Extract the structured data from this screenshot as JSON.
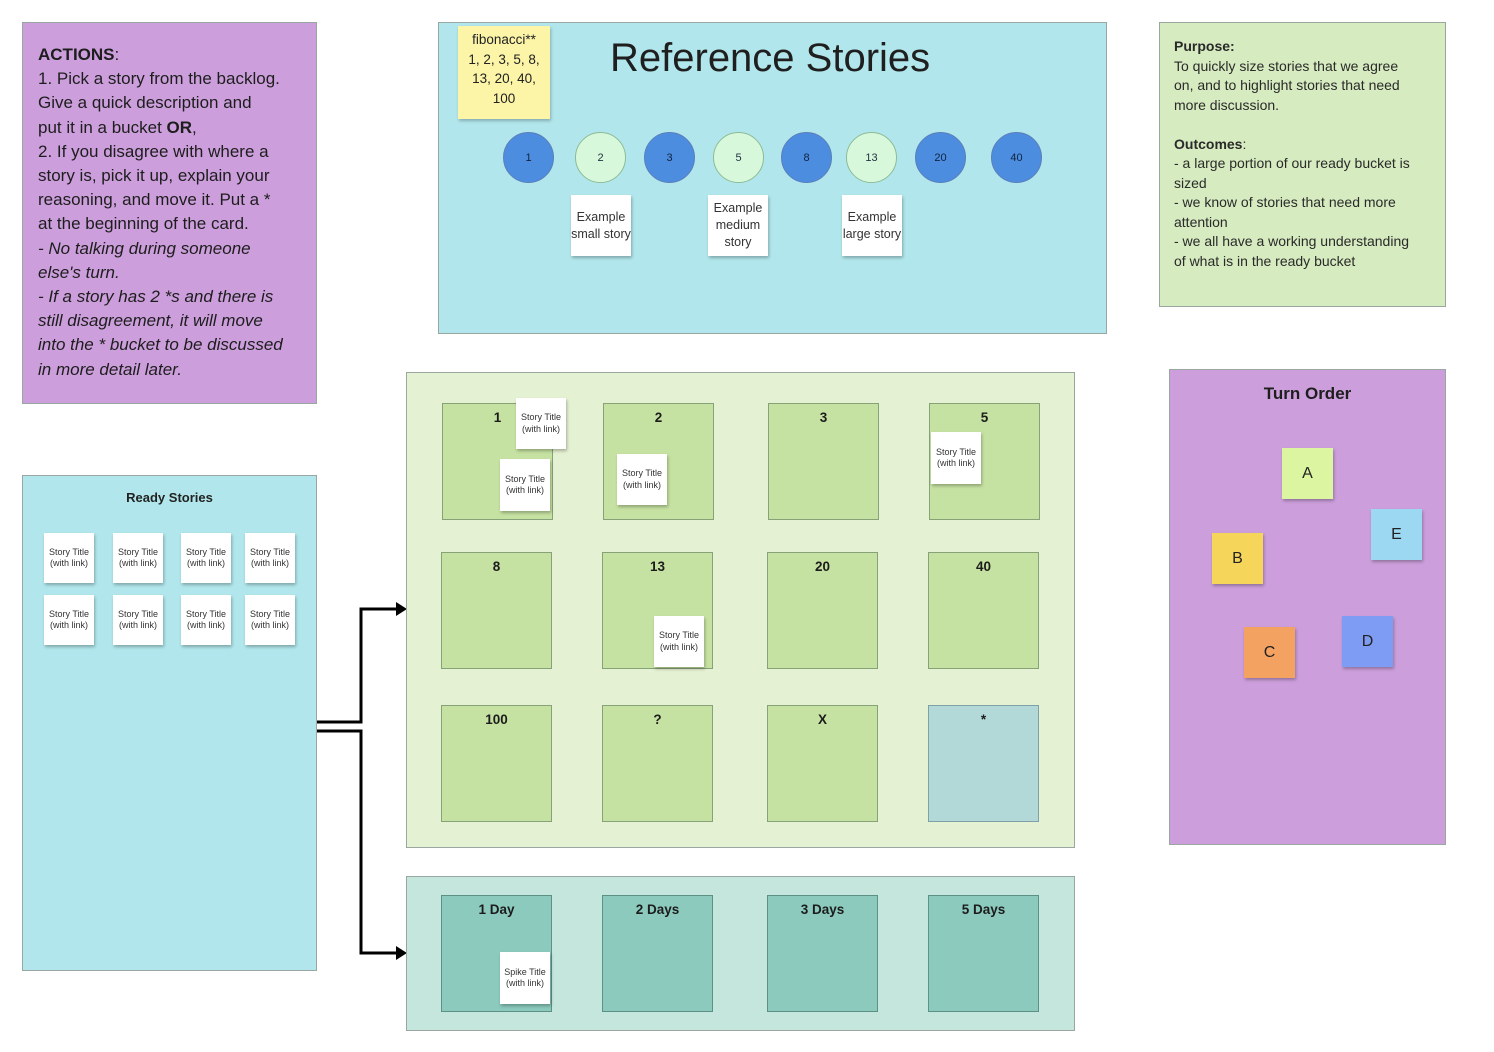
{
  "actions": {
    "heading": "ACTIONS",
    "heading_suffix": ":",
    "line1": "1. Pick a story from the backlog.",
    "line2": "Give a quick description and",
    "line3_pre": "put it in a bucket ",
    "line3_bold": "OR",
    "line3_post": ",",
    "line4": "2. If you disagree with where a",
    "line5": "story is, pick it up, explain your",
    "line6": "reasoning, and move it. Put a *",
    "line7": "at the beginning of the card.",
    "line8": "- No talking during someone",
    "line9": "else's turn.",
    "line10": "- If a story has 2 *s and there is",
    "line11": "still disagreement, it will move",
    "line12": "into the * bucket to be discussed",
    "line13": "in more detail later."
  },
  "reference": {
    "title": "Reference Stories",
    "fib_line1": "fibonacci**",
    "fib_line2": "1, 2, 3, 5, 8,",
    "fib_line3": "13, 20, 40,",
    "fib_line4": "100",
    "points": [
      "1",
      "2",
      "3",
      "5",
      "8",
      "13",
      "20",
      "40"
    ],
    "example_small": "Example small story",
    "example_medium": "Example medium story",
    "example_large": "Example large story"
  },
  "purpose": {
    "heading": "Purpose:",
    "text_line1": "To quickly size stories that we agree",
    "text_line2": "on, and to highlight stories that need",
    "text_line3": "more discussion.",
    "outcomes_heading": "Outcomes",
    "outcomes_suffix": ":",
    "o1": "- a large portion of our ready bucket is",
    "o1b": "sized",
    "o2": "- we know of stories that need more",
    "o2b": "attention",
    "o3": "- we all have a working understanding",
    "o3b": "of what is in the ready bucket"
  },
  "ready": {
    "title": "Ready Stories",
    "card_text": "Story Title (with link)"
  },
  "buckets": [
    "1",
    "2",
    "3",
    "5",
    "8",
    "13",
    "20",
    "40",
    "100",
    "?",
    "X",
    "*"
  ],
  "days": [
    "1 Day",
    "2 Days",
    "3 Days",
    "5 Days"
  ],
  "story_card": "Story Title (with link)",
  "spike_card": "Spike Title (with link)",
  "turn_order": {
    "title": "Turn Order",
    "players": [
      "A",
      "B",
      "C",
      "D",
      "E"
    ]
  },
  "colors": {
    "purple": "#cc9fdc",
    "cyan": "#b1e7ec",
    "green": "#c6e2a2",
    "teal": "#8bcabd",
    "star_bucket": "#b3d8d8"
  }
}
